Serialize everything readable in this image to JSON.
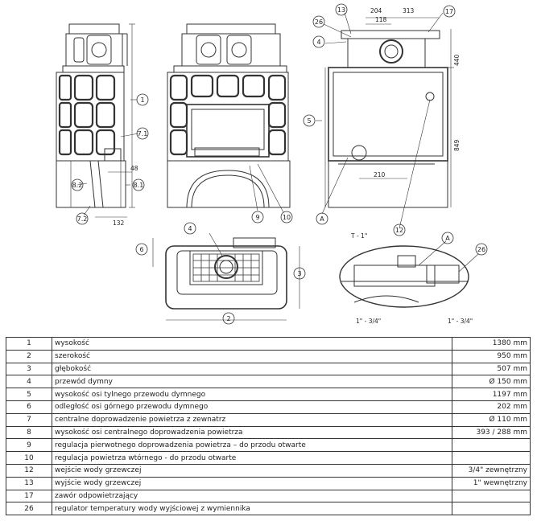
{
  "drawing": {
    "callouts": [
      "1",
      "7.1",
      "8.2",
      "8.1",
      "7.2",
      "5",
      "9",
      "10",
      "4",
      "13",
      "26",
      "17",
      "12",
      "A",
      "6",
      "3",
      "2",
      "A",
      "26"
    ],
    "dimensions": [
      "48",
      "132",
      "204",
      "118",
      "313",
      "440",
      "849",
      "210",
      "T - 1\"",
      "1\" - 3/4\"",
      "1\" - 3/4\""
    ]
  },
  "specs": [
    {
      "num": "1",
      "desc": "wysokość",
      "value": "1380 mm"
    },
    {
      "num": "2",
      "desc": "szerokość",
      "value": "950 mm"
    },
    {
      "num": "3",
      "desc": "głębokość",
      "value": "507 mm"
    },
    {
      "num": "4",
      "desc": "przewód dymny",
      "value": "Ø 150 mm"
    },
    {
      "num": "5",
      "desc": "wysokość osi tylnego przewodu dymnego",
      "value": "1197 mm"
    },
    {
      "num": "6",
      "desc": "odległość osi górnego przewodu dymnego",
      "value": "202 mm"
    },
    {
      "num": "7",
      "desc": "centralne doprowadzenie powietrza z zewnatrz",
      "value": "Ø 110 mm"
    },
    {
      "num": "8",
      "desc": "wysokość osi centralnego doprowadzenia powietrza",
      "value": "393 / 288 mm"
    },
    {
      "num": "9",
      "desc": "regulacja pierwotnego doprowadzenia powietrza – do przodu otwarte",
      "value": ""
    },
    {
      "num": "10",
      "desc": "regulacja powietrza wtórnego - do przodu otwarte",
      "value": ""
    },
    {
      "num": "12",
      "desc": "wejście wody grzewczej",
      "value": "3/4\" zewnętrzny"
    },
    {
      "num": "13",
      "desc": "wyjście wody grzewczej",
      "value": "1\" wewnętrzny"
    },
    {
      "num": "17",
      "desc": "zawór odpowietrzający",
      "value": ""
    },
    {
      "num": "26",
      "desc": "regulator temperatury wody wyjściowej z wymiennika",
      "value": ""
    }
  ]
}
